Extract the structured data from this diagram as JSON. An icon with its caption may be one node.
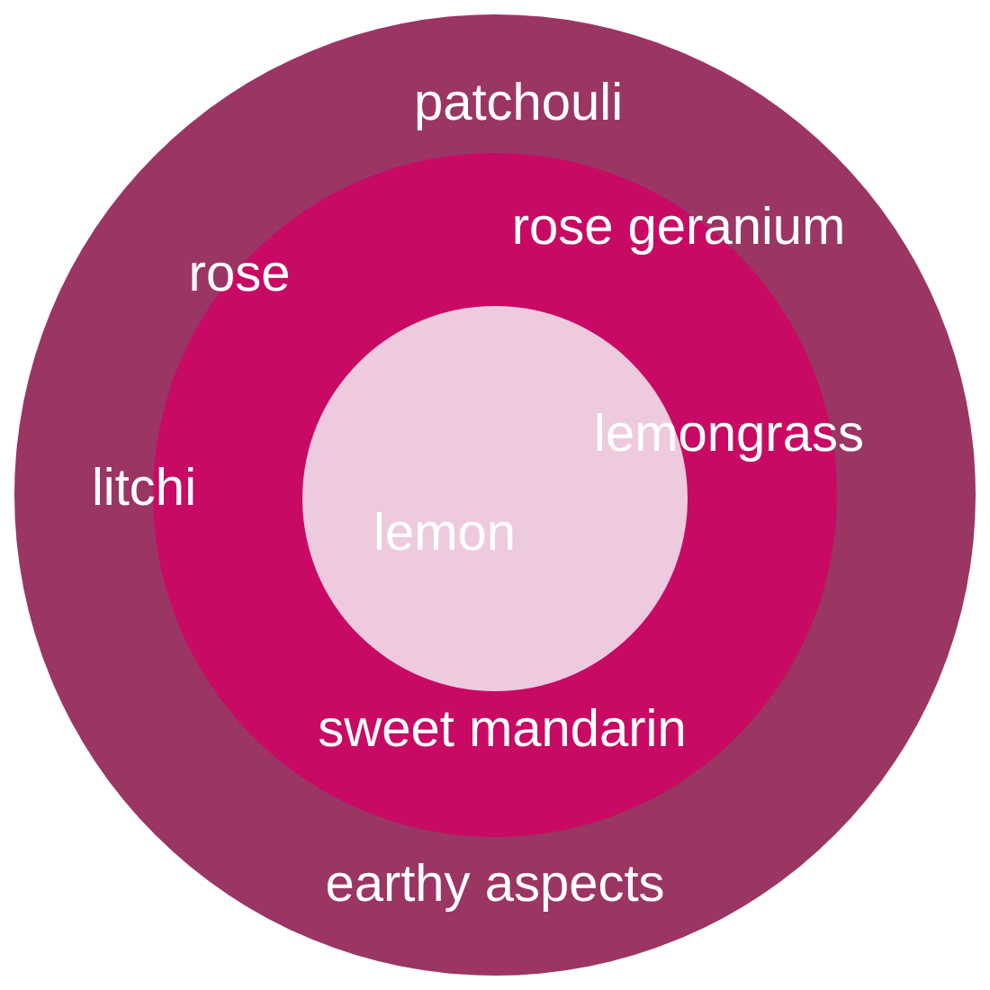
{
  "diagram": {
    "nodes": [
      {
        "text": [
          "patchouli",
          "litchi",
          "earthy aspects"
        ]
      },
      {
        "text": [
          "rose geranium",
          "rose",
          "lemongrass",
          "sweet mandarin"
        ],
        "in": 0
      },
      {
        "text": [
          "lemon"
        ],
        "in": 1
      }
    ]
  }
}
